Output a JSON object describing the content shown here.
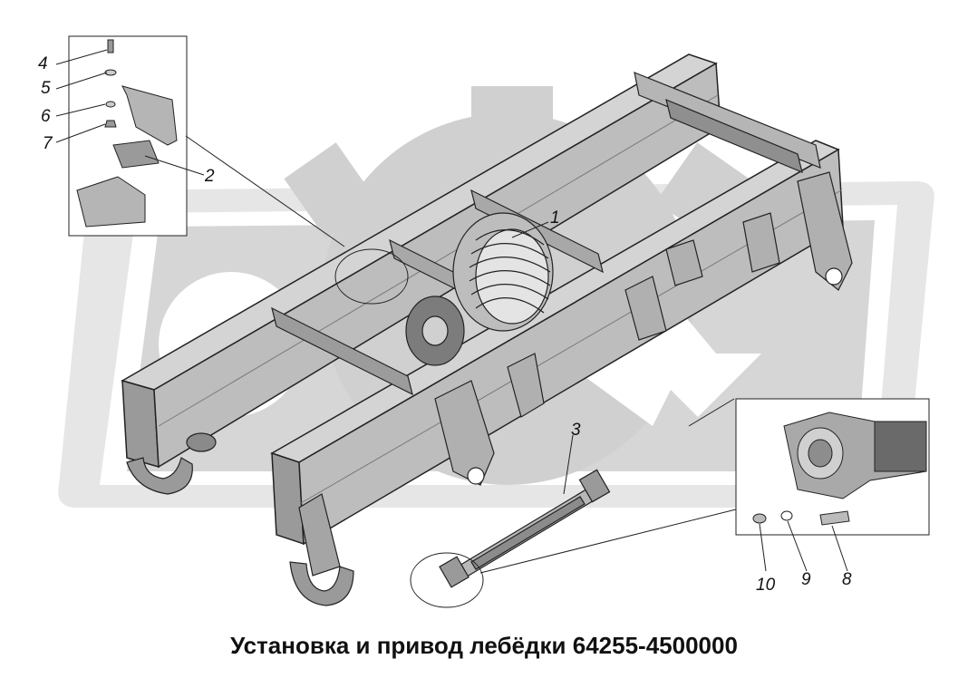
{
  "title": "Установка и привод лебёдки 64255-4500000",
  "callouts": [
    {
      "id": "c1",
      "label": "1"
    },
    {
      "id": "c2",
      "label": "2"
    },
    {
      "id": "c3",
      "label": "3"
    },
    {
      "id": "c4",
      "label": "4"
    },
    {
      "id": "c5",
      "label": "5"
    },
    {
      "id": "c6",
      "label": "6"
    },
    {
      "id": "c7",
      "label": "7"
    },
    {
      "id": "c8",
      "label": "8"
    },
    {
      "id": "c9",
      "label": "9"
    },
    {
      "id": "c10",
      "label": "10"
    }
  ],
  "colors": {
    "watermark": "#d9d9d9",
    "metal_light": "#c8c8c8",
    "metal_mid": "#a9a9a9",
    "metal_dark": "#5a5a5a",
    "line": "#222222"
  }
}
